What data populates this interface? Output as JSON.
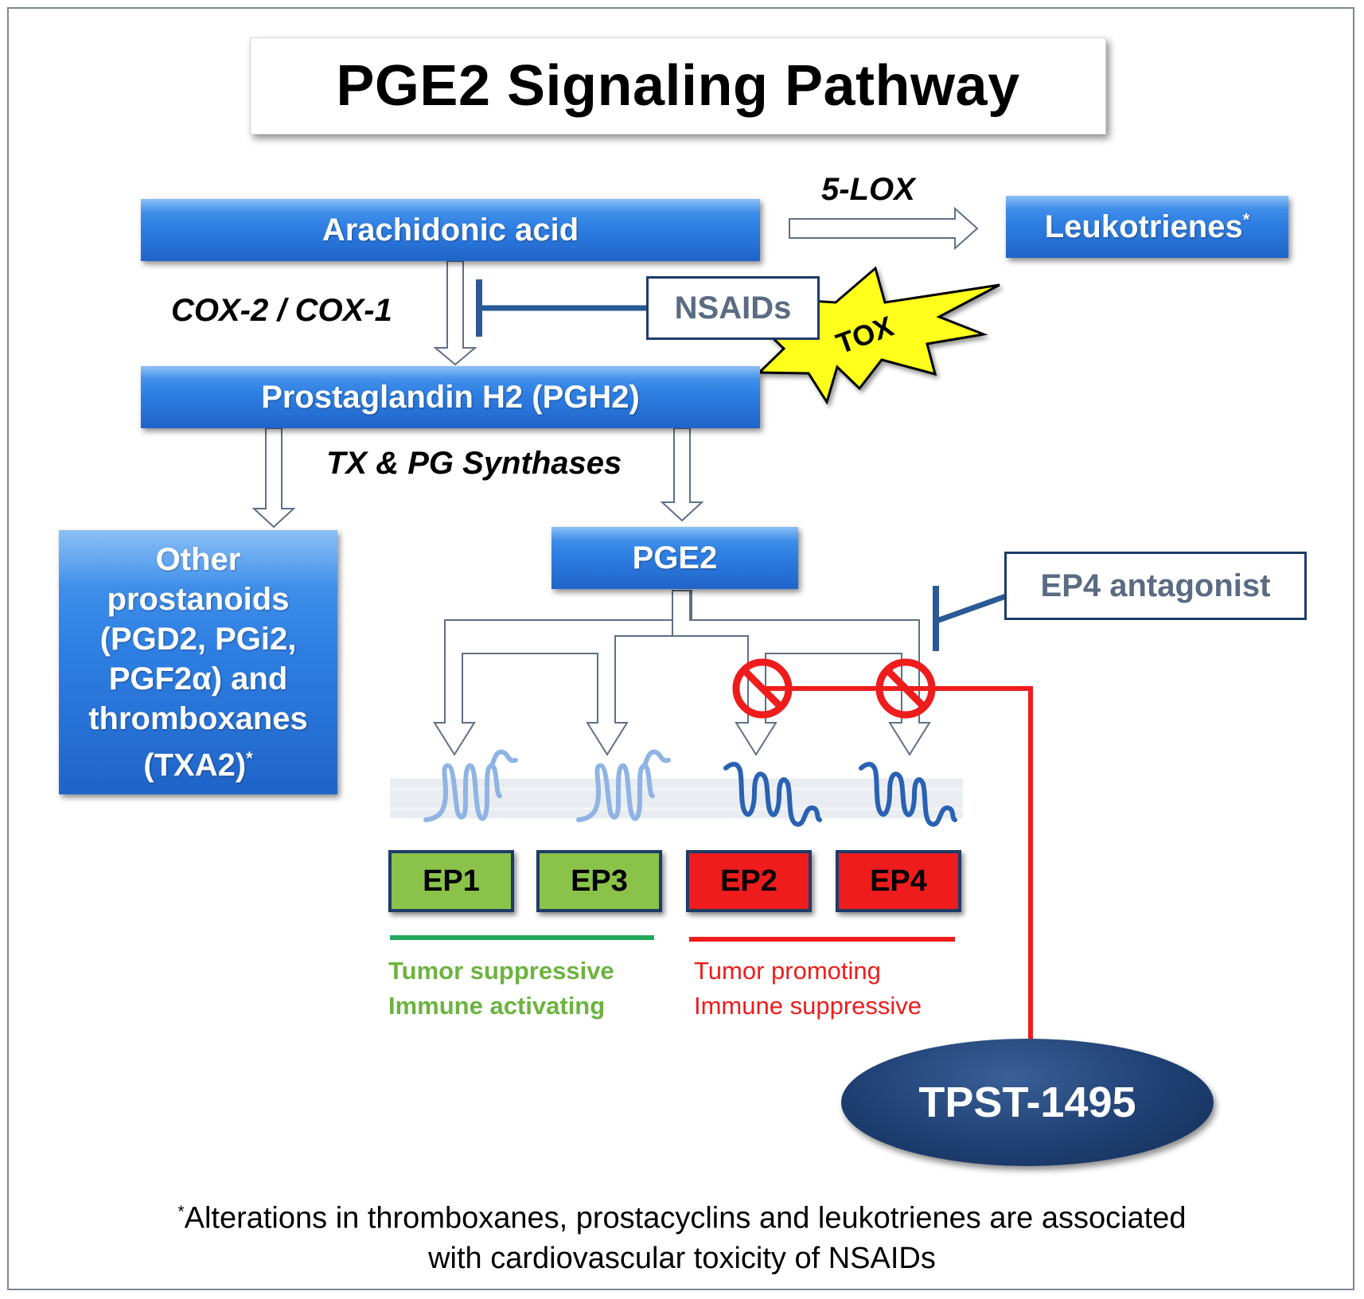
{
  "title": "PGE2 Signaling Pathway",
  "nodes": {
    "arachidonic_acid": "Arachidonic acid",
    "leukotrienes": "Leukotrienes",
    "leukotrienes_mark": "*",
    "pgh2": "Prostaglandin H2 (PGH2)",
    "other_prostanoids_lines": [
      "Other",
      "prostanoids",
      "(PGD2, PGi2,",
      "PGF2α) and",
      "thromboxanes",
      "(TXA2)"
    ],
    "other_prostanoids_mark": "*",
    "pge2": "PGE2"
  },
  "enzymes": {
    "lox": "5-LOX",
    "cox": "COX-2 / COX-1",
    "synthases": "TX & PG Synthases"
  },
  "inhibitors": {
    "nsaids": "NSAIDs",
    "tox": "TOX",
    "ep4_antagonist": "EP4 antagonist",
    "drug": "TPST-1495"
  },
  "receptors": [
    {
      "label": "EP1",
      "group": "suppressive"
    },
    {
      "label": "EP3",
      "group": "suppressive"
    },
    {
      "label": "EP2",
      "group": "promoting"
    },
    {
      "label": "EP4",
      "group": "promoting"
    }
  ],
  "effects": {
    "green_line1": "Tumor suppressive",
    "green_line2": "Immune activating",
    "red_line1": "Tumor promoting",
    "red_line2": "Immune suppressive"
  },
  "colors": {
    "blue_box": "#2f7fe3",
    "navy": "#1f3b68",
    "receptor_light": "#8fb4e3",
    "receptor_dark": "#2a62b3",
    "green": "#6cb33f",
    "red": "#ee1c1c",
    "tox_burst": "#ffff1a"
  },
  "footnote": {
    "mark": "*",
    "line1": "Alterations in thromboxanes, prostacyclins and leukotrienes are associated",
    "line2": "with cardiovascular toxicity of NSAIDs"
  }
}
